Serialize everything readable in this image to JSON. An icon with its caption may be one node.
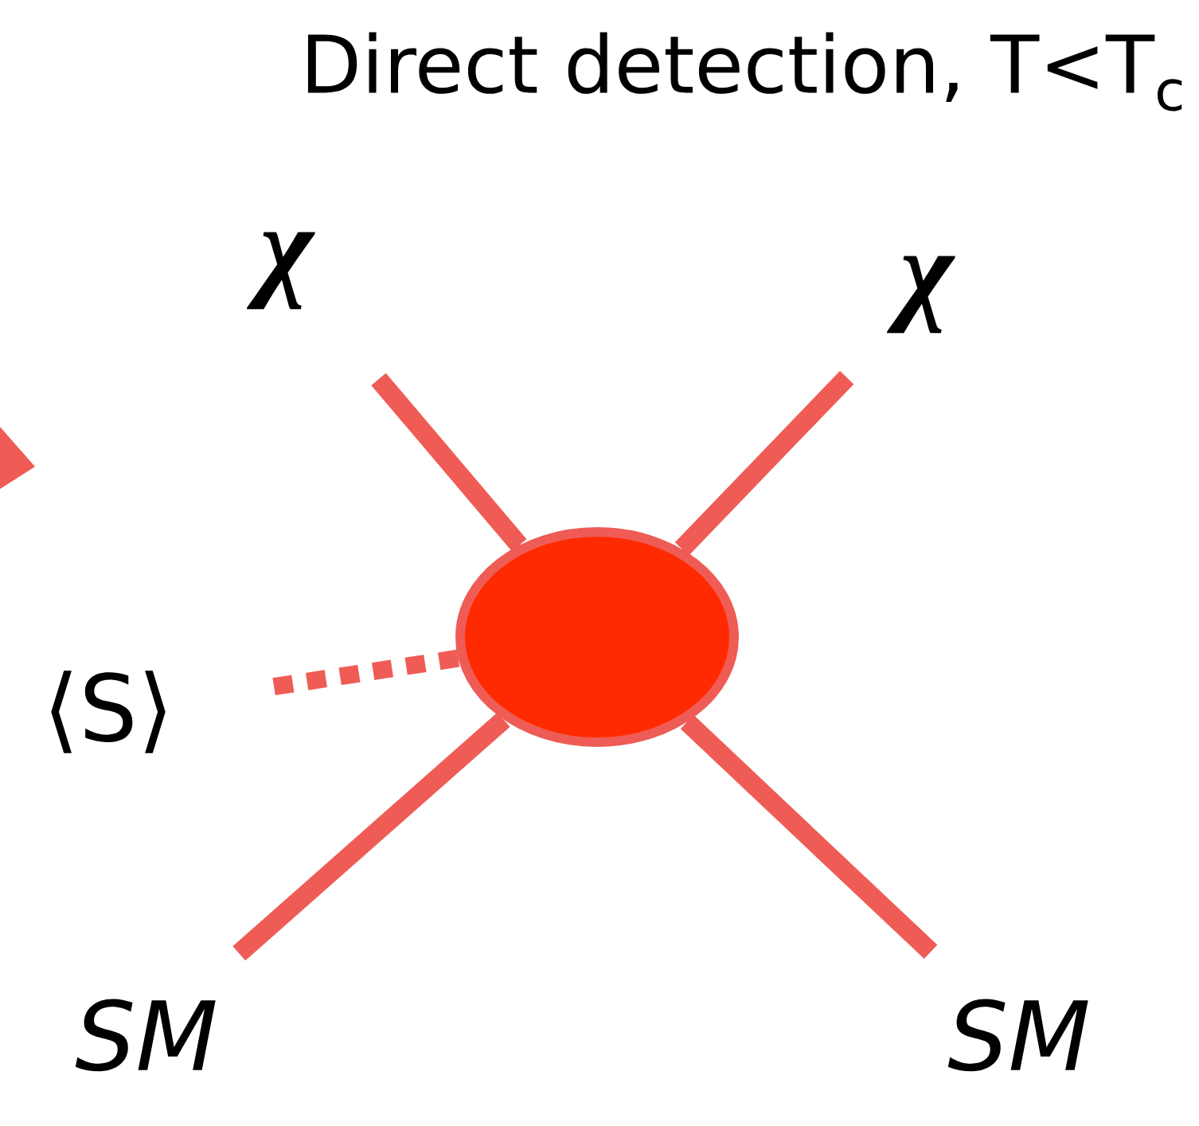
{
  "diagram": {
    "title": "Direct detection, T<T$_{c}$",
    "nodes": [
      {
        "text": [],
        "shape": "circle"
      },
      {
        "text": [
          "χ"
        ]
      },
      {
        "text": [
          "χ"
        ]
      },
      {
        "text": [
          "⟨S⟩"
        ]
      },
      {
        "text": [
          "SM"
        ]
      },
      {
        "text": [
          "SM"
        ]
      }
    ],
    "edges": [
      {
        "from": 0,
        "to": 1,
        "arrow": "none"
      },
      {
        "from": 0,
        "to": 2,
        "arrow": "none"
      },
      {
        "from": 0,
        "to": 3,
        "arrow": "none",
        "style": "dashed"
      },
      {
        "from": 0,
        "to": 4,
        "arrow": "none"
      },
      {
        "from": 0,
        "to": 5,
        "arrow": "none"
      }
    ]
  }
}
